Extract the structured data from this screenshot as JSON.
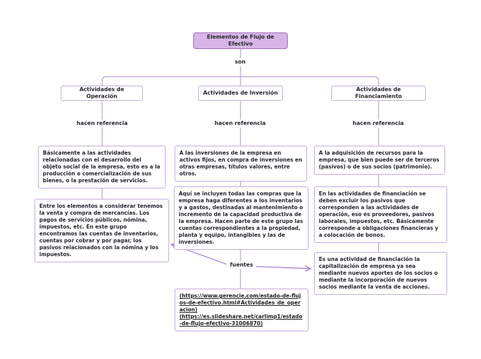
{
  "diagram": {
    "root_label": "Elementos de Flujo de Efectivo",
    "root_connector_label": "son",
    "reference_connector_label": "hacen referencia",
    "sources_connector_label": "fuentes",
    "branches": [
      {
        "title": "Actividades de Operación",
        "description": "Básicamente a las actividades relacionadas con el desarrollo del objeto social de la empresa, esto es a la producción o comercialización de sus bienes, o la prestación de servicios.",
        "detail": "Entre los elementos a considerar tenemos la venta y compra de mercancías. Los pagos de servicios públicos, nómina, impuestos, etc. En este grupo encontramos las cuentas de inventarios, cuentas por cobrar y por pagar, los pasivos relacionados con la nómina y los impuestos."
      },
      {
        "title": "Actividades de Inversión",
        "description": "A las inversiones de la empresa en activos fijos, en compra de inversiones en otras empresas, títulos valores, entre otros.",
        "detail": "Aquí se incluyen todas las compras que la empresa haga diferentes a los inventarios y a gastos, destinadas al mantenimiento o incremento de la capacidad productiva de la empresa. Hacen parte de este grupo las cuentas correspondientes a la propiedad, planta y equipo, intangibles y las de inversiones."
      },
      {
        "title": "Actividades de Financiamiento",
        "description": "A la adquisición de recursos para la empresa, que bien puede ser de terceros (pasivos) o de sus socios (patrimonio).",
        "detail": "En las actividades de financiación se deben excluir los pasivos que corresponden a las actividades de operación, eso es proveedores, pasivos laborales, impuestos, etc. Básicamente corresponde a obligaciones financieras y a colocación de bonos."
      }
    ],
    "financing_note": "Es una actividad de financiación la capitalización de empresa ya sea mediante nuevos aportes de los socios o mediante la incorporación de nuevos socios mediante la venta de acciones.",
    "sources": {
      "links": [
        "(https://www.gerencie.com/estado-de-flujos-de-efectivo.html#Actividades_de_operacion)",
        "(https://es.slideshare.net/carlimp1/estado-de-flujo-efectivo-31006870)"
      ]
    },
    "colors": {
      "root_fill": "#d7b6e7",
      "root_border": "#9e6fb8",
      "box_border": "#c3addc",
      "connector_line": "#c3addc",
      "arrow": "#aa8ed2",
      "text": "#26262f"
    }
  }
}
